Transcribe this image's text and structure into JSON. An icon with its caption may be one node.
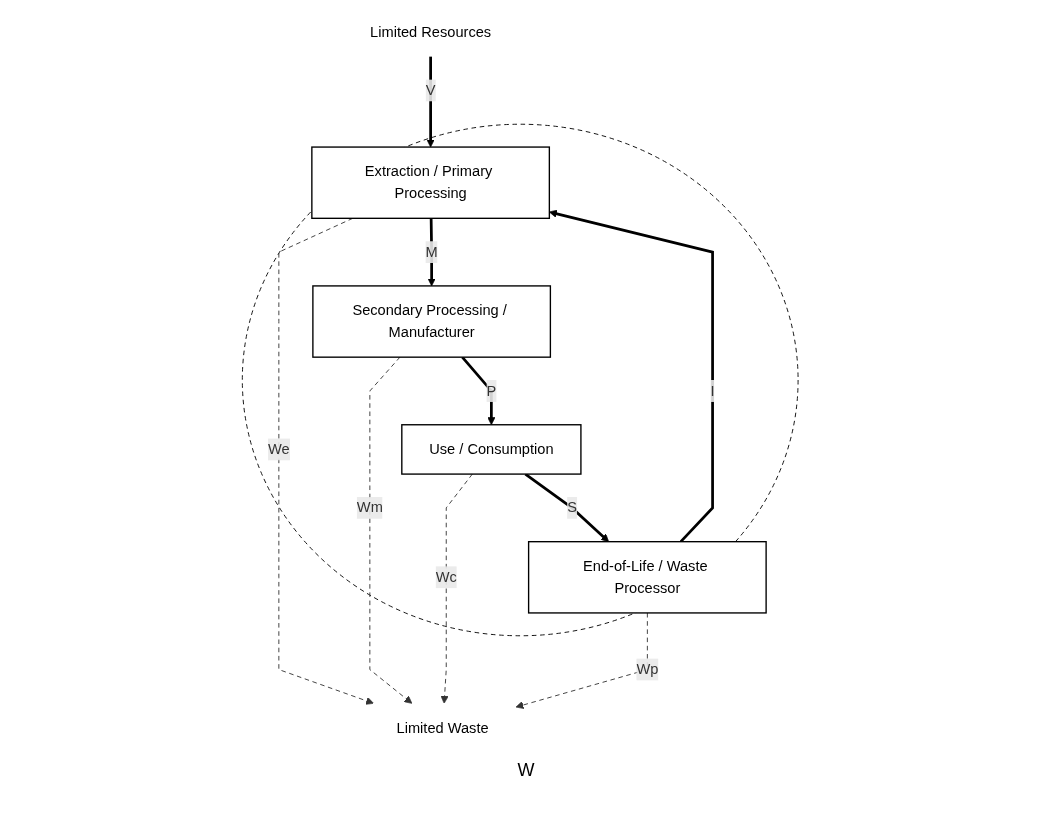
{
  "diagram": {
    "nodes": [
      {
        "text": [],
        "shape": "circle"
      },
      {
        "text": [
          "Extraction / Primary Processing"
        ],
        "in": 0
      },
      {
        "text": [
          "Secondary Processing / Manufacturer"
        ],
        "in": 0
      },
      {
        "text": [
          "End-of-Life / Waste Processor"
        ],
        "in": 0
      },
      {
        "text": [
          "Use / Consumption"
        ],
        "in": 0
      },
      {
        "text": [
          "Limited Resources"
        ]
      },
      {
        "text": [
          "Limited Waste"
        ]
      }
    ],
    "edges": [
      {
        "from": 5,
        "to": 1,
        "arrow": "to",
        "label": "V"
      },
      {
        "from": 1,
        "to": 2,
        "arrow": "to",
        "label": "M"
      },
      {
        "from": 2,
        "to": 4,
        "arrow": "to",
        "label": "P"
      },
      {
        "from": 4,
        "to": 3,
        "arrow": "to",
        "label": "S"
      },
      {
        "from": 3,
        "to": 1,
        "arrow": "to",
        "label": "I"
      },
      {
        "from": 1,
        "to": 6,
        "arrow": "to",
        "label": "We",
        "style": "dashed"
      },
      {
        "from": 2,
        "to": 6,
        "arrow": "to",
        "label": "Wm",
        "style": "dashed"
      },
      {
        "from": 4,
        "to": 6,
        "arrow": "to",
        "label": "Wc",
        "style": "dashed"
      },
      {
        "from": 3,
        "to": 6,
        "arrow": "to",
        "label": "Wp",
        "style": "dashed"
      }
    ],
    "labels": [
      "W"
    ]
  }
}
